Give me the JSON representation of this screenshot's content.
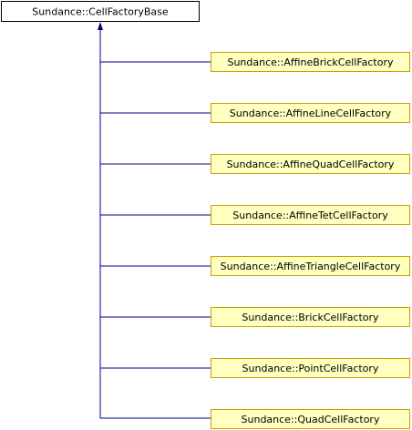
{
  "base_class": {
    "label": "Sundance::CellFactoryBase"
  },
  "derived_classes": [
    {
      "label": "Sundance::AffineBrickCellFactory"
    },
    {
      "label": "Sundance::AffineLineCellFactory"
    },
    {
      "label": "Sundance::AffineQuadCellFactory"
    },
    {
      "label": "Sundance::AffineTetCellFactory"
    },
    {
      "label": "Sundance::AffineTriangleCellFactory"
    },
    {
      "label": "Sundance::BrickCellFactory"
    },
    {
      "label": "Sundance::PointCellFactory"
    },
    {
      "label": "Sundance::QuadCellFactory"
    }
  ],
  "colors": {
    "edge": "#000080",
    "derived_fill": "#ffffc0",
    "derived_border": "#caa000",
    "base_fill": "#ffffff",
    "base_border": "#000000"
  }
}
